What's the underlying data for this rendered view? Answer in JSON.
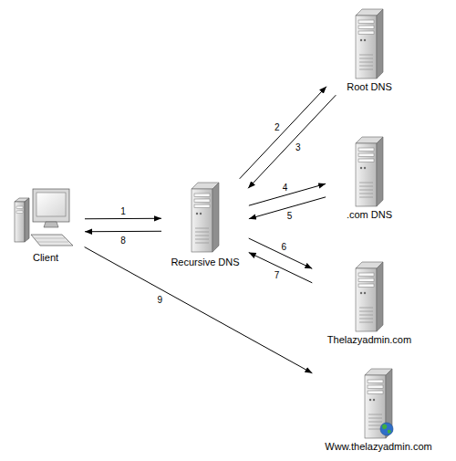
{
  "diagram": {
    "nodes": [
      {
        "text": [
          "Client"
        ]
      },
      {
        "text": [
          "Recursive DNS"
        ]
      },
      {
        "text": [
          "Root DNS"
        ]
      },
      {
        "text": [
          ".com DNS"
        ]
      },
      {
        "text": [
          "Thelazyadmin.com"
        ]
      },
      {
        "text": [
          "Www.thelazyadmin.com"
        ]
      }
    ],
    "edges": [
      {
        "from": 0,
        "to": 1,
        "label": "1",
        "arrow": "to"
      },
      {
        "from": 1,
        "to": 2,
        "label": "2",
        "arrow": "to"
      },
      {
        "from": 2,
        "to": 1,
        "label": "3",
        "arrow": "to"
      },
      {
        "from": 1,
        "to": 3,
        "label": "4",
        "arrow": "to"
      },
      {
        "from": 3,
        "to": 1,
        "label": "5",
        "arrow": "to"
      },
      {
        "from": 1,
        "to": 4,
        "label": "6",
        "arrow": "to"
      },
      {
        "from": 4,
        "to": 1,
        "label": "7",
        "arrow": "to"
      },
      {
        "from": 1,
        "to": 0,
        "label": "8",
        "arrow": "to"
      },
      {
        "from": 0,
        "to": 5,
        "label": "9",
        "arrow": "to"
      }
    ]
  }
}
